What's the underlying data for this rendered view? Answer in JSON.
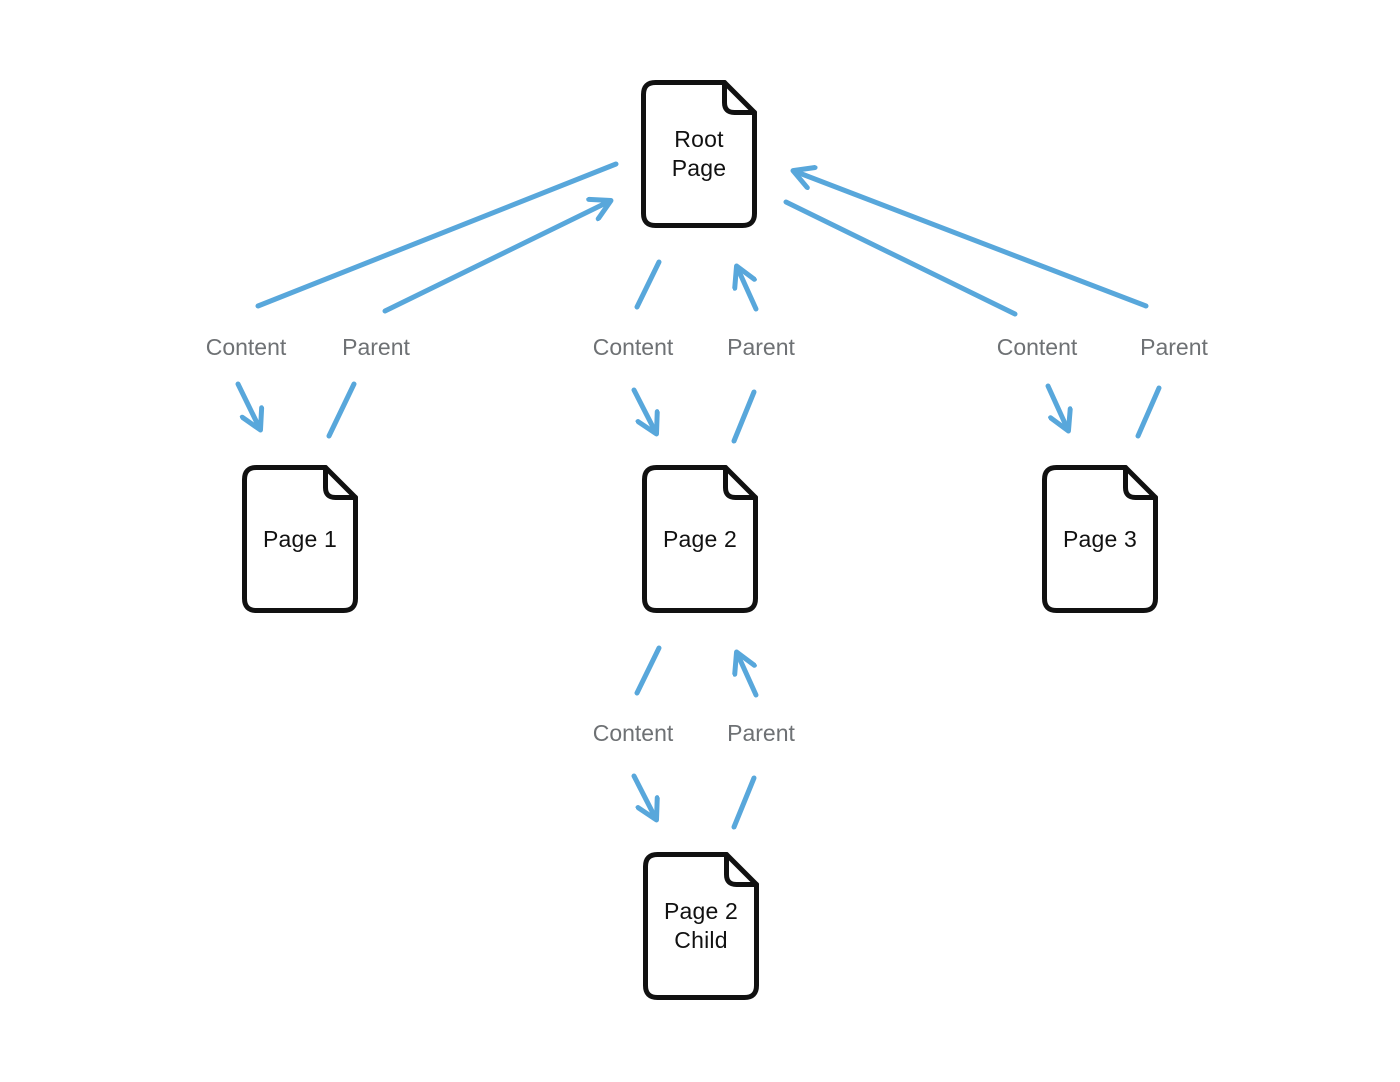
{
  "colors": {
    "arrow_blue": "#58a7db",
    "edge_label_gray": "#6e7174",
    "node_stroke": "#111111",
    "background": "#ffffff"
  },
  "edge_labels": {
    "content": "Content",
    "parent": "Parent"
  },
  "nodes": {
    "root_page": {
      "label": "Root Page",
      "icon": "document-icon"
    },
    "page_1": {
      "label": "Page 1",
      "icon": "document-icon"
    },
    "page_2": {
      "label": "Page 2",
      "icon": "document-icon"
    },
    "page_3": {
      "label": "Page 3",
      "icon": "document-icon"
    },
    "page_2_child": {
      "label": "Page 2 Child",
      "icon": "document-icon"
    }
  },
  "diagram": {
    "edges": [
      {
        "from": "Root Page",
        "to": "Page 1",
        "label": "Content"
      },
      {
        "from": "Page 1",
        "to": "Root Page",
        "label": "Parent"
      },
      {
        "from": "Root Page",
        "to": "Page 2",
        "label": "Content"
      },
      {
        "from": "Page 2",
        "to": "Root Page",
        "label": "Parent"
      },
      {
        "from": "Root Page",
        "to": "Page 3",
        "label": "Content"
      },
      {
        "from": "Page 3",
        "to": "Root Page",
        "label": "Parent"
      },
      {
        "from": "Page 2",
        "to": "Page 2 Child",
        "label": "Content"
      },
      {
        "from": "Page 2 Child",
        "to": "Page 2",
        "label": "Parent"
      }
    ]
  }
}
